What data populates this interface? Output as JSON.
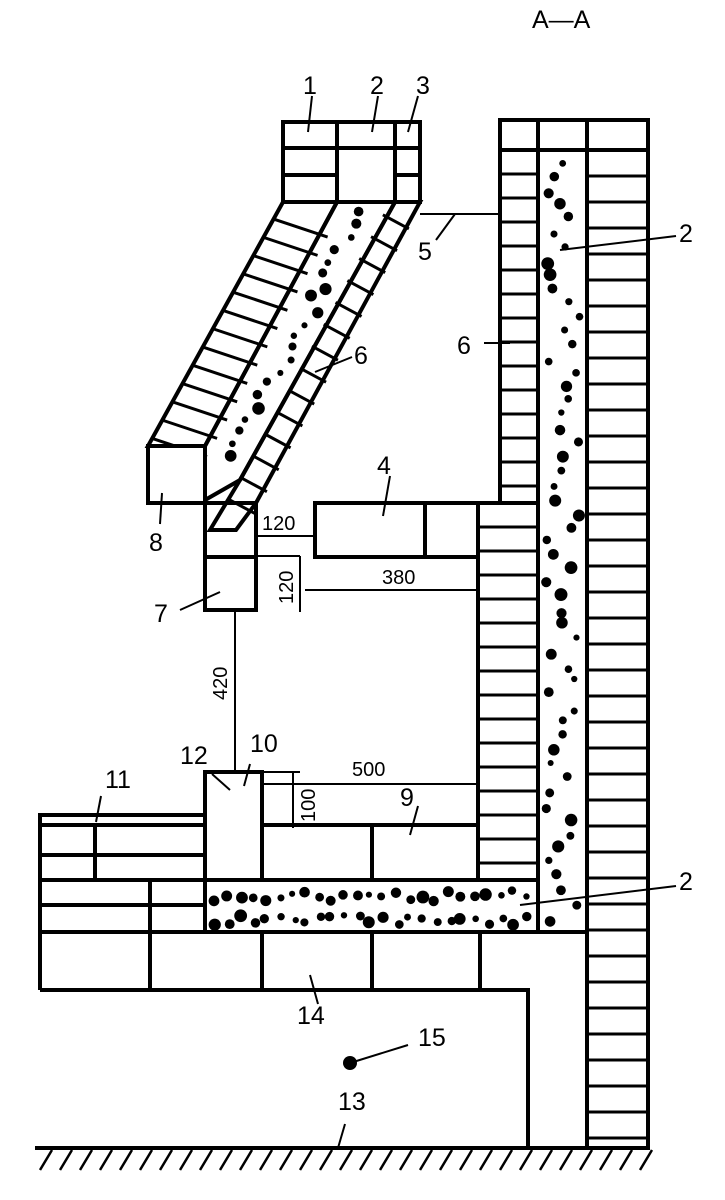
{
  "title": "A—A",
  "callouts": {
    "c1": "1",
    "c2_top": "2",
    "c3": "3",
    "c4": "4",
    "c5": "5",
    "c6_flue": "6",
    "c6_wall": "6",
    "c2_wall": "2",
    "c7": "7",
    "c8": "8",
    "c9": "9",
    "c10": "10",
    "c11": "11",
    "c12": "12",
    "c2_floor": "2",
    "c13": "13",
    "c14": "14",
    "c15": "15"
  },
  "dimensions": {
    "d120_h": "120",
    "d120_v": "120",
    "d380": "380",
    "d420": "420",
    "d500": "500",
    "d100": "100"
  },
  "colors": {
    "ink": "#000000",
    "paper": "#ffffff"
  }
}
